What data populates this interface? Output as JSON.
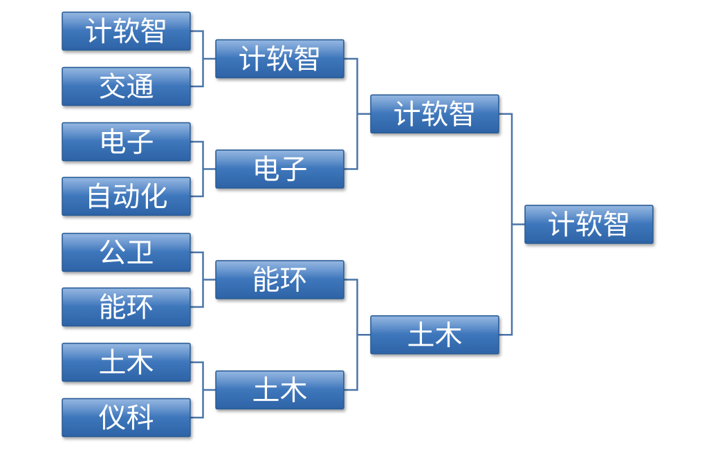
{
  "rounds": [
    [
      "计软智",
      "交通",
      "电子",
      "自动化",
      "公卫",
      "能环",
      "土木",
      "仪科"
    ],
    [
      "计软智",
      "电子",
      "能环",
      "土木"
    ],
    [
      "计软智",
      "土木"
    ],
    [
      "计软智"
    ]
  ],
  "colors": {
    "box_top": "#4f85c5",
    "box_bottom": "#2f67aa",
    "box_border": "#2a5b93",
    "line": "#4a74a8",
    "text": "#ffffff"
  }
}
